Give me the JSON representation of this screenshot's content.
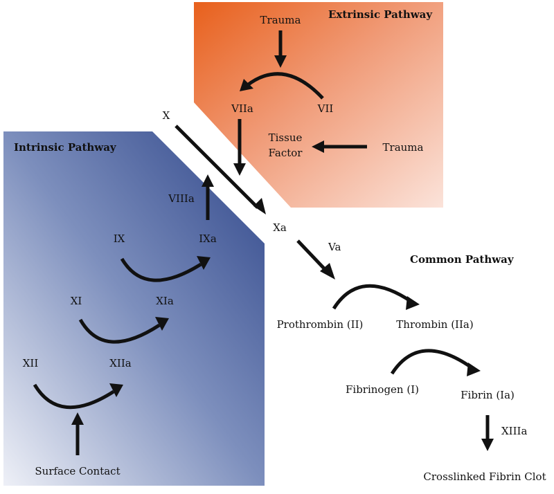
{
  "colors": {
    "extrinsic_panel": "#e8601c",
    "intrinsic_panel": "#2e4589",
    "ink": "#111111"
  },
  "extrinsic": {
    "title": "Extrinsic Pathway",
    "trauma_top": "Trauma",
    "viia": "VIIa",
    "vii": "VII",
    "tissue_factor_line1": "Tissue",
    "tissue_factor_line2": "Factor",
    "trauma_right": "Trauma"
  },
  "intrinsic": {
    "title": "Intrinsic Pathway",
    "viiia": "VIIIa",
    "ix": "IX",
    "ixa": "IXa",
    "xi": "XI",
    "xia": "XIa",
    "xii": "XII",
    "xiia": "XIIa",
    "surface_contact": "Surface Contact"
  },
  "common": {
    "title": "Common Pathway",
    "x": "X",
    "xa": "Xa",
    "va": "Va",
    "prothrombin": "Prothrombin (II)",
    "thrombin": "Thrombin (IIa)",
    "fibrinogen": "Fibrinogen (I)",
    "fibrin": "Fibrin (Ia)",
    "xiiia": "XIIIa",
    "clot": "Crosslinked Fibrin Clot"
  }
}
